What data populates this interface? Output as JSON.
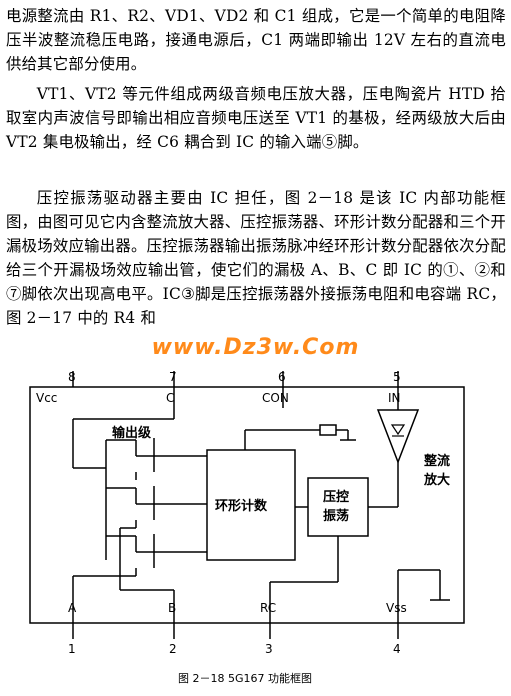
{
  "text": {
    "p1": "电源整流由 R1、R2、VD1、VD2 和 C1 组成，它是一个简单的电阻降压半波整流稳压电路，接通电源后，C1 两端即输出 12V 左右的直流电供给其它部分使用。",
    "p2": "VT1、VT2 等元件组成两级音频电压放大器，压电陶瓷片 HTD 拾取室内声波信号即输出相应音频电压送至 VT1 的基极，经两级放大后由 VT2 集电极输出，经 C6 耦合到 IC 的输入端⑤脚。",
    "p3": "压控振荡驱动器主要由 IC 担任，图 2－18 是该 IC 内部功能框图，由图可见它内含整流放大器、压控振荡器、环形计数分配器和三个开漏极场效应输出器。压控振荡器输出振荡脉冲经环形计数分配器依次分配给三个开漏极场效应输出管，使它们的漏极 A、B、C 即 IC 的①、②和⑦脚依次出现高电平。IC③脚是压控振荡器外接振荡电阻和电容端 RC，图 2－17 中的 R4 和"
  },
  "watermark": "www.Dz3w.Com",
  "diagram": {
    "pins_top": [
      {
        "num": "8",
        "name": "Vcc"
      },
      {
        "num": "7",
        "name": "C"
      },
      {
        "num": "6",
        "name": "CON"
      },
      {
        "num": "5",
        "name": "IN"
      }
    ],
    "pins_bottom": [
      {
        "num": "1",
        "name": "A"
      },
      {
        "num": "2",
        "name": "B"
      },
      {
        "num": "3",
        "name": "RC"
      },
      {
        "num": "4",
        "name": "Vss"
      }
    ],
    "output_stage": "输出级",
    "ring_counter": "环形计数",
    "vco": [
      "压控",
      "振荡"
    ],
    "rect_amp": [
      "整流",
      "放大"
    ],
    "caption": "图 2－18  5G167 功能框图"
  }
}
